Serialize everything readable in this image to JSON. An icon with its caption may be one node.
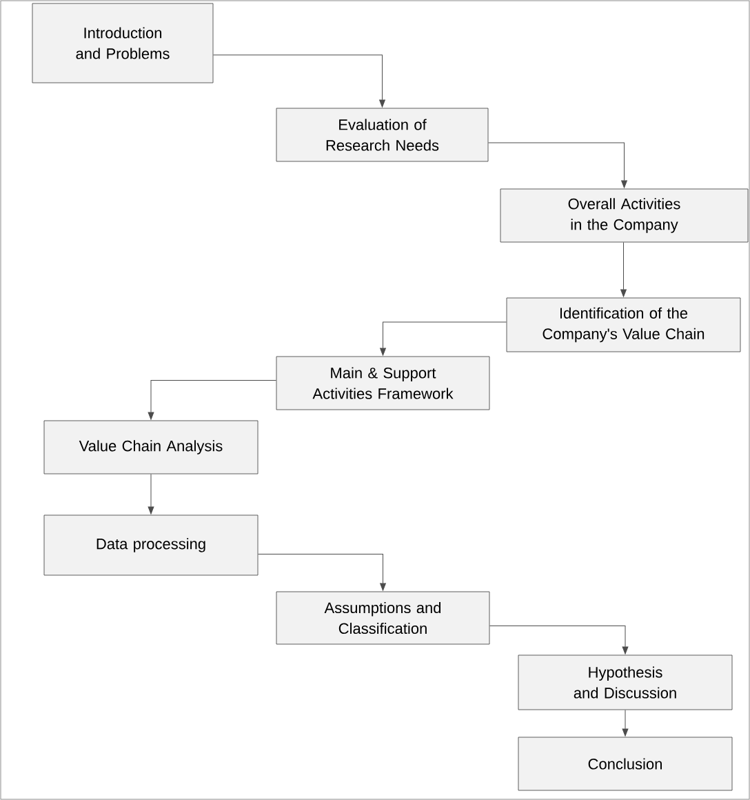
{
  "diagram": {
    "nodes": [
      {
        "text": [
          "Introduction and Problems"
        ]
      },
      {
        "text": [
          "Evaluation of Research Needs"
        ]
      },
      {
        "text": [
          "Overall Activities in the Company"
        ]
      },
      {
        "text": [
          "Identification of the Company's Value Chain"
        ]
      },
      {
        "text": [
          "Main & Support Activities Framework"
        ]
      },
      {
        "text": [
          "Value Chain Analysis"
        ]
      },
      {
        "text": [
          "Data processing"
        ]
      },
      {
        "text": [
          "Assumptions and Classification"
        ]
      },
      {
        "text": [
          "Hypothesis and Discussion"
        ]
      },
      {
        "text": [
          "Conclusion"
        ]
      }
    ],
    "edges": [
      {
        "from": 0,
        "to": 1,
        "arrow": "to"
      },
      {
        "from": 1,
        "to": 2,
        "arrow": "to"
      },
      {
        "from": 2,
        "to": 3,
        "arrow": "to"
      },
      {
        "from": 3,
        "to": 4,
        "arrow": "to"
      },
      {
        "from": 4,
        "to": 5,
        "arrow": "to"
      },
      {
        "from": 5,
        "to": 6,
        "arrow": "to"
      },
      {
        "from": 6,
        "to": 7,
        "arrow": "to"
      },
      {
        "from": 7,
        "to": 8,
        "arrow": "to"
      },
      {
        "from": 8,
        "to": 9,
        "arrow": "to"
      }
    ]
  }
}
